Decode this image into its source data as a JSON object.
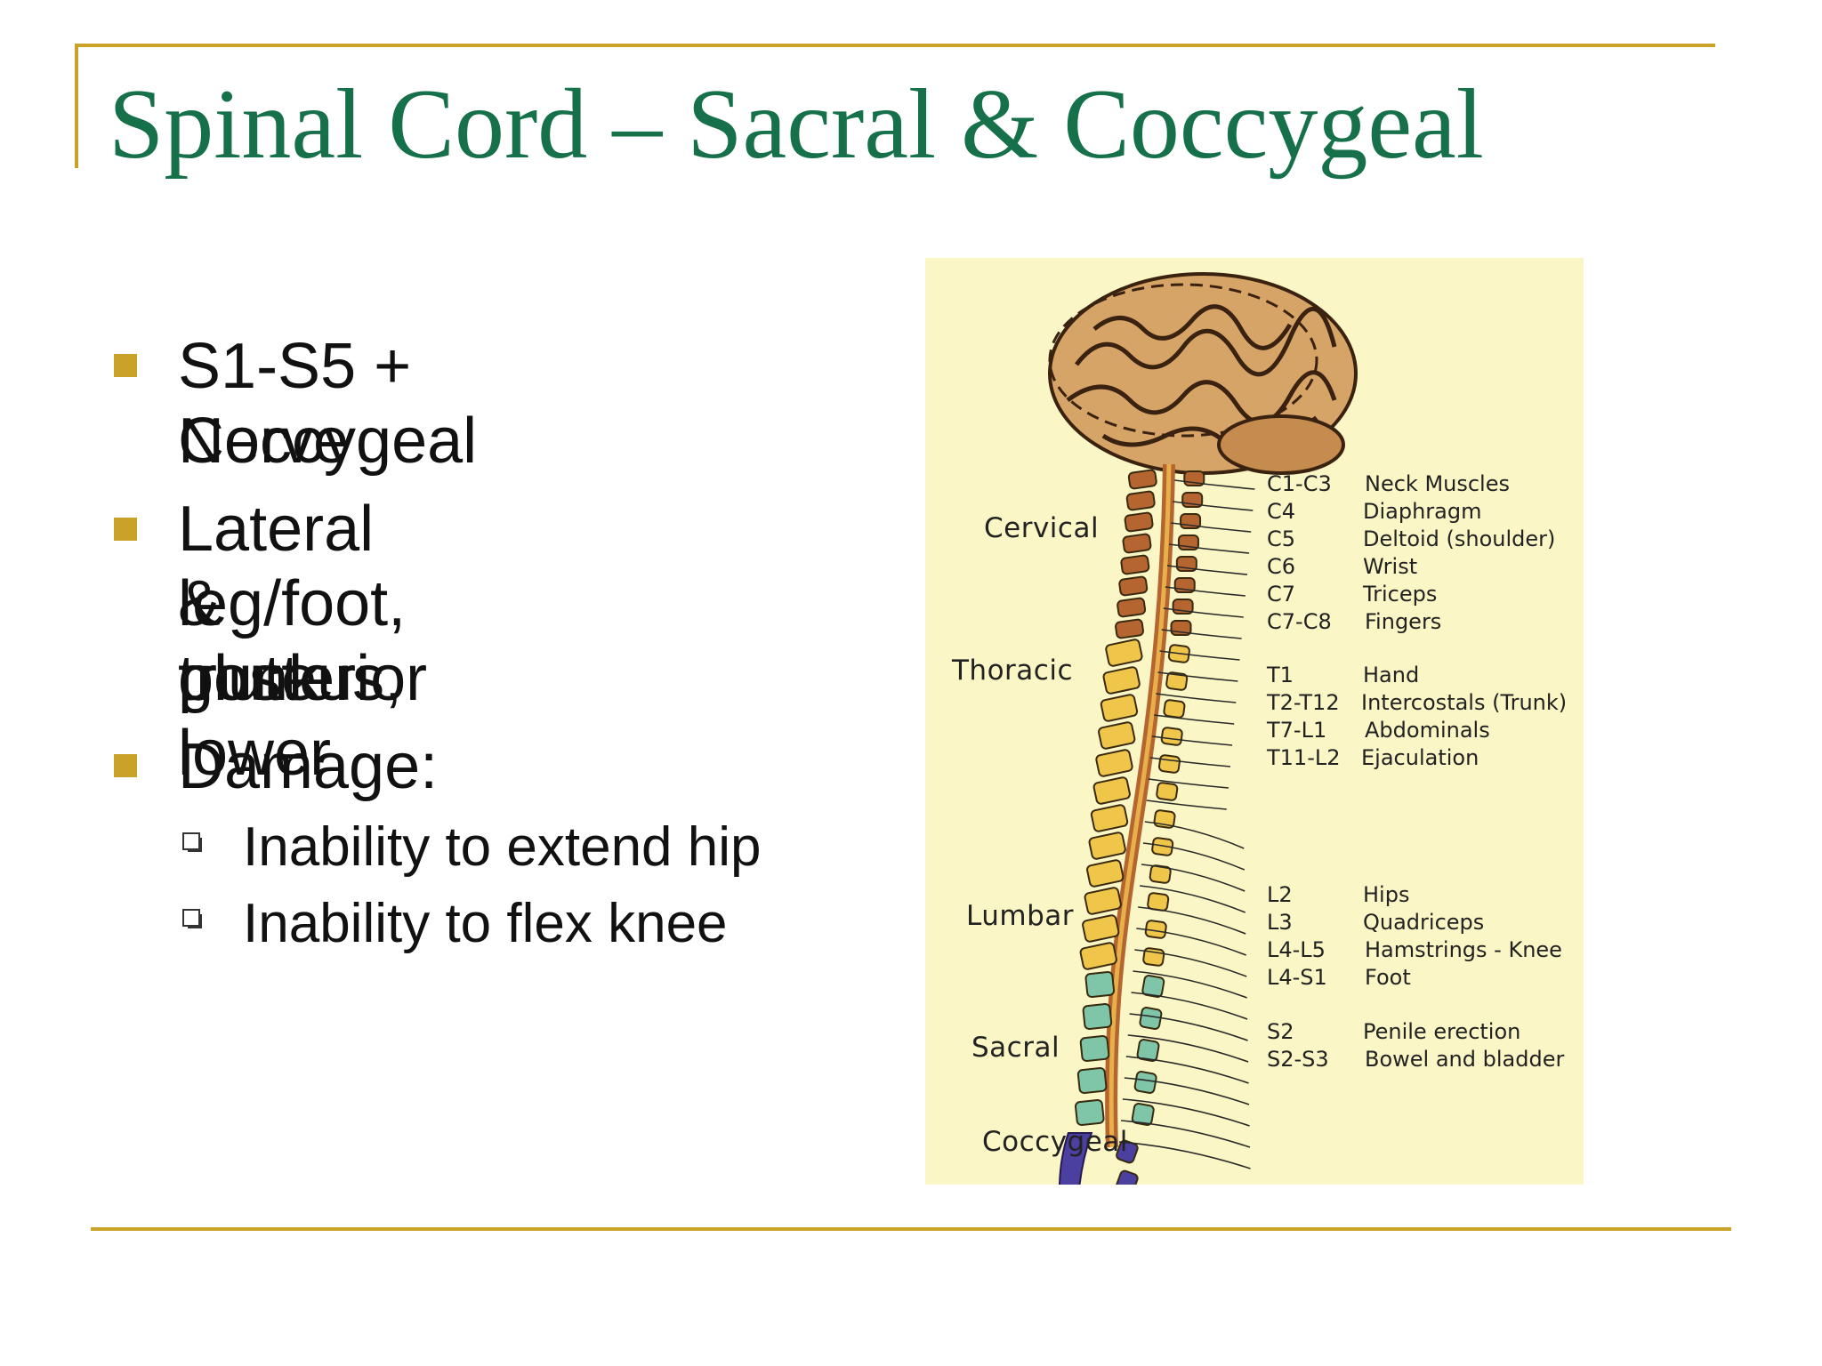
{
  "title": "Spinal Cord – Sacral & Coccygeal",
  "bullets": [
    {
      "lines": [
        "S1-S5 + Coccygeal",
        "Nerve"
      ]
    },
    {
      "lines": [
        "Lateral & posterior",
        "leg/foot, gluteus, lower",
        "trunk"
      ]
    },
    {
      "lines": [
        "Damage:"
      ]
    }
  ],
  "sub_bullets": [
    "Inability to extend hip",
    "Inability to flex knee"
  ],
  "figure": {
    "regions": [
      "Cervical",
      "Thoracic",
      "Lumbar",
      "Sacral",
      "Coccygeal"
    ],
    "innervation": [
      {
        "segment": "C1-C3",
        "function": "Neck Muscles"
      },
      {
        "segment": "C4",
        "function": "Diaphragm"
      },
      {
        "segment": "C5",
        "function": "Deltoid (shoulder)"
      },
      {
        "segment": "C6",
        "function": "Wrist"
      },
      {
        "segment": "C7",
        "function": "Triceps"
      },
      {
        "segment": "C7-C8",
        "function": "Fingers"
      },
      {
        "segment": "T1",
        "function": "Hand"
      },
      {
        "segment": "T2-T12",
        "function": "Intercostals (Trunk)"
      },
      {
        "segment": "T7-L1",
        "function": "Abdominals"
      },
      {
        "segment": "T11-L2",
        "function": "Ejaculation"
      },
      {
        "segment": "L2",
        "function": "Hips"
      },
      {
        "segment": "L3",
        "function": "Quadriceps"
      },
      {
        "segment": "L4-L5",
        "function": "Hamstrings - Knee"
      },
      {
        "segment": "L4-S1",
        "function": "Foot"
      },
      {
        "segment": "S2",
        "function": "Penile erection"
      },
      {
        "segment": "S2-S3",
        "function": "Bowel and bladder"
      }
    ],
    "colors": {
      "background": "#fbf6c5",
      "cervical": "#b5652f",
      "thoracic": "#f0c64a",
      "lumbar": "#7fc6a8",
      "sacral": "#4b3fa0",
      "coccygeal": "#c0622a",
      "brain": "#c9955a"
    }
  },
  "colors": {
    "accent": "#c9a227",
    "title": "#16714a"
  }
}
